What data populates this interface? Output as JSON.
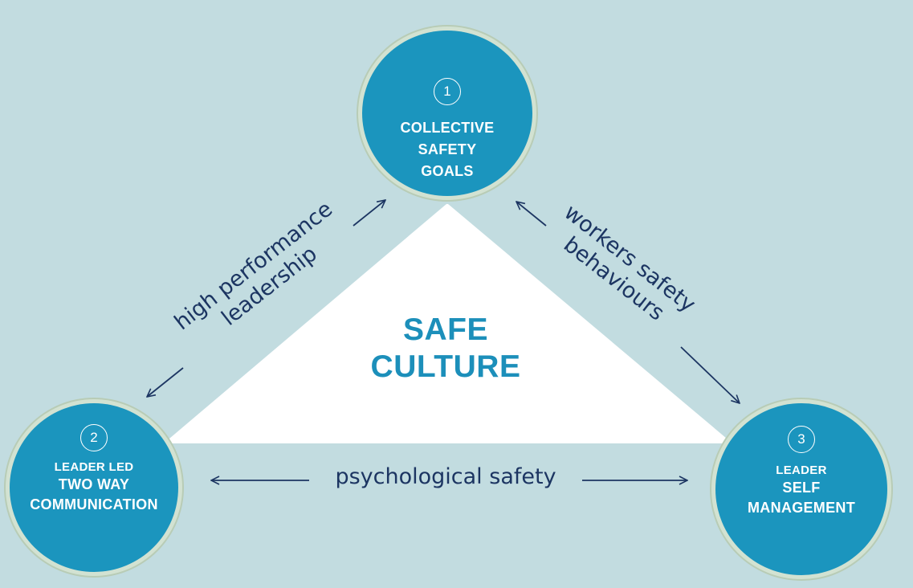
{
  "diagram": {
    "center": {
      "lines": [
        "SAFE",
        "CULTURE"
      ]
    },
    "nodes": {
      "goals": {
        "number": "1",
        "lines": [
          "COLLECTIVE",
          "SAFETY",
          "GOALS"
        ]
      },
      "communication": {
        "number": "2",
        "line_small": "LEADER LED",
        "lines": [
          "TWO WAY",
          "COMMUNICATION"
        ]
      },
      "self_management": {
        "number": "3",
        "line_small": "LEADER",
        "lines": [
          "SELF",
          "MANAGEMENT"
        ]
      }
    },
    "edges": {
      "left": {
        "lines": [
          "high performance",
          "leadership"
        ]
      },
      "right": {
        "lines": [
          "workers safety",
          "behaviours"
        ]
      },
      "bottom": {
        "label": "psychological safety"
      }
    },
    "colors": {
      "background": "#c2dce0",
      "circle": "#1b95be",
      "triangle": "#ffffff",
      "center_text": "#1c8fba",
      "edge_text": "#1c3562"
    }
  }
}
